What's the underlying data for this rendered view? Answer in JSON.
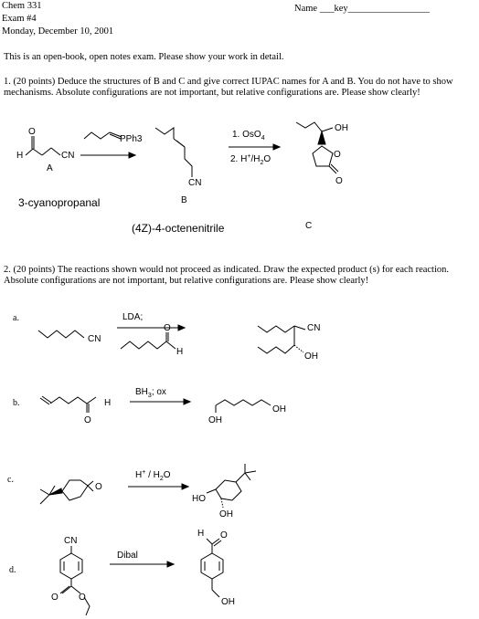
{
  "header": {
    "course": "Chem 331",
    "exam": "Exam #4",
    "date": "Monday, December 10, 2001",
    "name_label": "Name ___key_________________"
  },
  "intro": "This is an open-book, open notes exam.  Please show your work in detail.",
  "q1": {
    "prompt": "1.  (20 points) Deduce the structures of B and C and give correct IUPAC names for A and B.  You do not have to show mechanisms.  Absolute configurations are not important, but relative configurations are.  Please show clearly!",
    "label_A": "A",
    "label_B": "B",
    "label_C": "C",
    "name_A": "3-cyanopropanal",
    "name_B": "(4Z)-4-octenenitrile",
    "reagent_ylide": "PPh3",
    "step1": "1. OsO4",
    "step2": "2. H+/H2O",
    "atoms": {
      "H": "H",
      "O": "O",
      "CN": "CN",
      "OH": "OH"
    }
  },
  "q2": {
    "prompt": "2.  (20 points)  The reactions shown would not proceed as indicated.  Draw the expected product (s) for each reaction. Absolute configurations are not important, but relative configurations are.  Please show clearly!",
    "a": {
      "label": "a.",
      "reagent": "LDA;",
      "atoms": {
        "CN": "CN",
        "O": "O",
        "H": "H",
        "OH": "OH"
      }
    },
    "b": {
      "label": "b.",
      "reagent": "BH3; ox",
      "atoms": {
        "O": "O",
        "H": "H",
        "OH": "OH"
      }
    },
    "c": {
      "label": "c.",
      "reagent": "H+ / H2O",
      "atoms": {
        "O": "O",
        "HO": "HO",
        "OH": "OH"
      }
    },
    "d": {
      "label": "d.",
      "reagent": "Dibal",
      "atoms": {
        "CN": "CN",
        "O": "O",
        "H": "H",
        "OH": "OH"
      }
    }
  }
}
